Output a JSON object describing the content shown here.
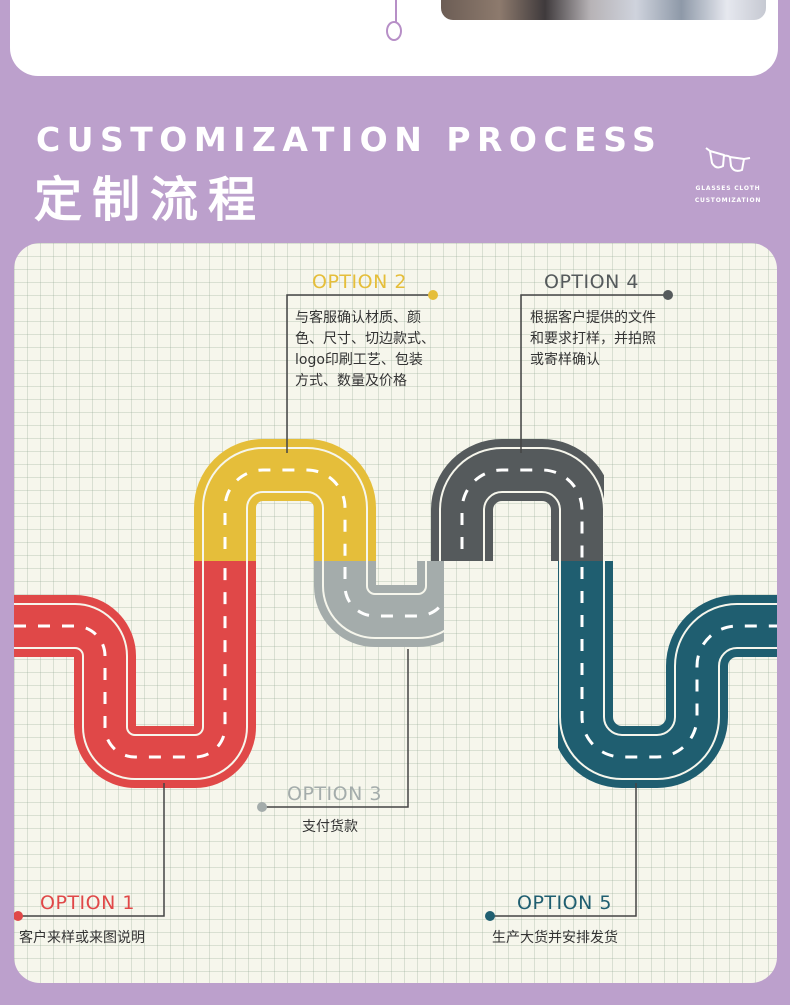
{
  "header": {
    "title_en": "CUSTOMIZATION PROCESS",
    "title_cn": "定制流程",
    "badge_line1": "GLASSES CLOTH",
    "badge_line2": "CUSTOMIZATION",
    "badge_icon": "glasses-icon"
  },
  "colors": {
    "page_bg": "#bca0cc",
    "option1": "#e04848",
    "option2": "#e5be3a",
    "option3": "#a4acab",
    "option4": "#555a5c",
    "option5": "#1f5e70"
  },
  "options": [
    {
      "title": "OPTION 1",
      "desc": [
        "客户来样或来图说明"
      ]
    },
    {
      "title": "OPTION 2",
      "desc": [
        "与客服确认材质、颜",
        "色、尺寸、切边款式、",
        "logo印刷工艺、包装",
        "方式、数量及价格"
      ]
    },
    {
      "title": "OPTION 3",
      "desc": [
        "支付货款"
      ]
    },
    {
      "title": "OPTION 4",
      "desc": [
        "根据客户提供的文件",
        "和要求打样，并拍照",
        "或寄样确认"
      ]
    },
    {
      "title": "OPTION 5",
      "desc": [
        "生产大货并安排发货"
      ]
    }
  ]
}
